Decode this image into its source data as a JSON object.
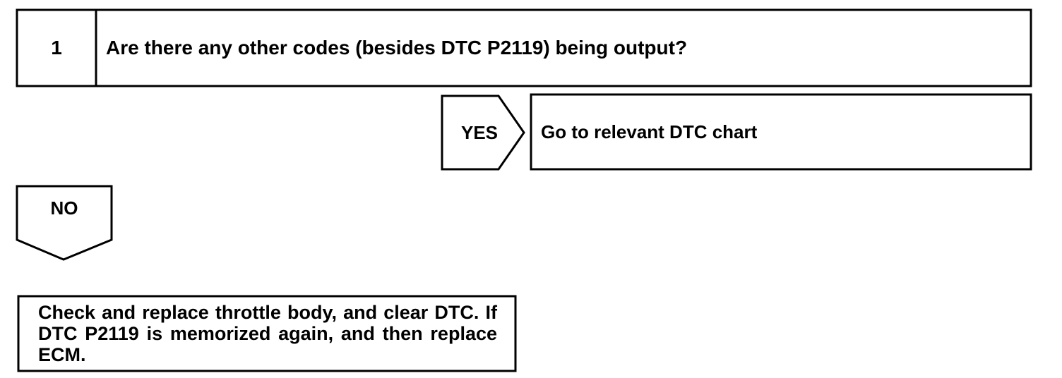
{
  "step": {
    "number": "1",
    "question": "Are there any other codes (besides DTC P2119) being output?"
  },
  "yes_branch": {
    "label": "YES",
    "result": "Go to relevant DTC chart"
  },
  "no_branch": {
    "label": "NO",
    "result": "Check and replace throttle body, and clear DTC. If DTC P2119 is memorized again, and then replace ECM."
  }
}
